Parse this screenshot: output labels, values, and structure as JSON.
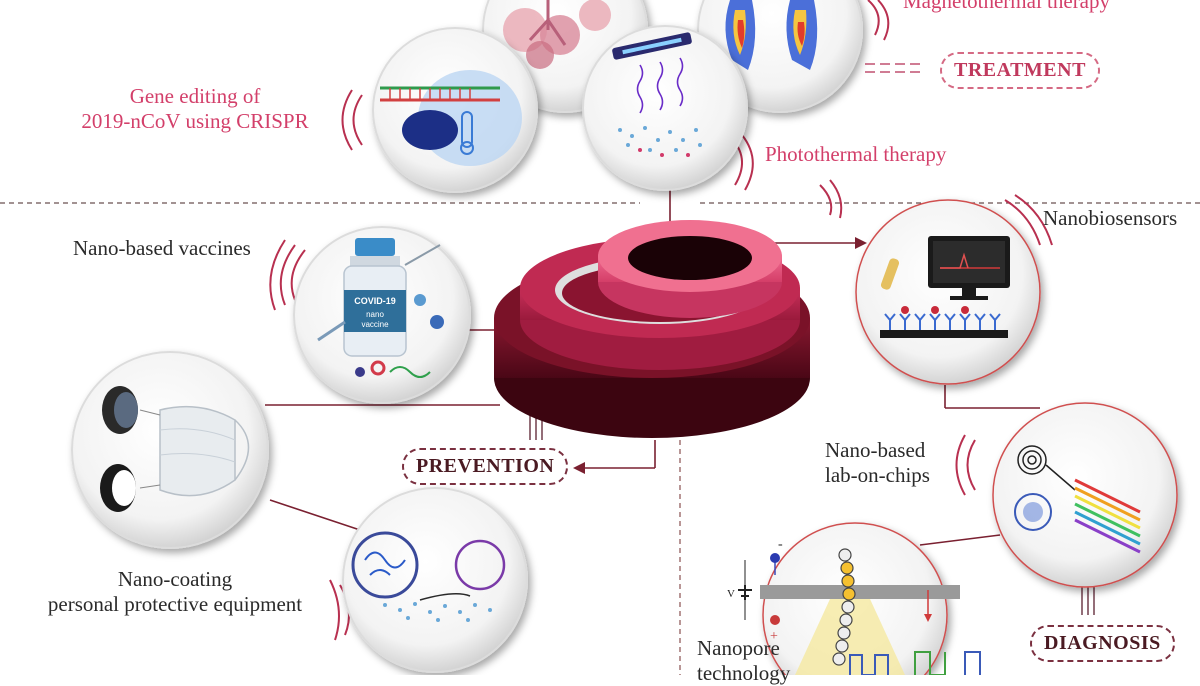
{
  "labels": {
    "magnetothermal": "Magnetothermal therapy",
    "treatment": "TREATMENT",
    "gene_editing_line1": "Gene editing of",
    "gene_editing_line2": "2019-nCoV using CRISPR",
    "photothermal": "Photothermal therapy",
    "nano_vaccines": "Nano-based vaccines",
    "nanobiosensors": "Nanobiosensors",
    "prevention": "PREVENTION",
    "lab_on_chips_line1": "Nano-based",
    "lab_on_chips_line2": "lab-on-chips",
    "nano_coating_line1": "Nano-coating",
    "nano_coating_line2": "personal protective equipment",
    "nanopore_line1": "Nanopore",
    "nanopore_line2": "technology",
    "diagnosis": "DIAGNOSIS"
  },
  "illustration_text": {
    "vial_line1": "COVID-19",
    "vial_line2": "nano",
    "vial_line3": "vaccine",
    "voltage": "V",
    "minus": "-",
    "plus": "+"
  },
  "colors": {
    "accent_pink": "#d33f6a",
    "ring_top": "#e8527a",
    "ring_mid": "#b8244a",
    "ring_base": "#6e0f24",
    "connector": "#7a2030",
    "dashed_divider": "#8a7070"
  }
}
